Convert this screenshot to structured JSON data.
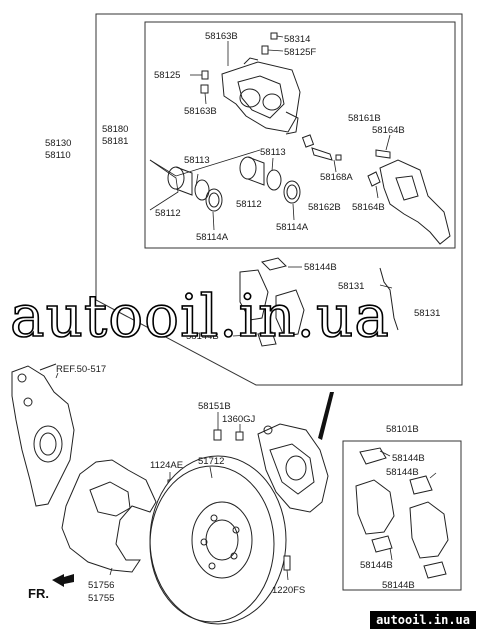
{
  "labels": {
    "p58163B_top": "58163B",
    "p58314": "58314",
    "p58125F": "58125F",
    "p58125": "58125",
    "p58163B_mid": "58163B",
    "p58180": "58180",
    "p58181": "58181",
    "p58130": "58130",
    "p58110": "58110",
    "p58161B": "58161B",
    "p58164B_top": "58164B",
    "p58113_left": "58113",
    "p58113_right": "58113",
    "p58168A": "58168A",
    "p58112_left": "58112",
    "p58112_right": "58112",
    "p58162B": "58162B",
    "p58164B_low": "58164B",
    "p58114A_left": "58114A",
    "p58114A_right": "58114A",
    "p58144B_top": "58144B",
    "p58131_a": "58131",
    "p58131_b": "58131",
    "p58144B_left": "58144B",
    "ref": "REF.50-517",
    "p58151B": "58151B",
    "p1360GJ": "1360GJ",
    "p1124AE": "1124AE",
    "p51712": "51712",
    "p58101B": "58101B",
    "p58144B_r1": "58144B",
    "p58144B_r2": "58144B",
    "p58144B_r3": "58144B",
    "p58144B_r4": "58144B",
    "p51756": "51756",
    "p51755": "51755",
    "p1220FS": "1220FS"
  },
  "direction_marker": "FR.",
  "watermark": "autooil.in.ua",
  "footer": "autooil.in.ua"
}
